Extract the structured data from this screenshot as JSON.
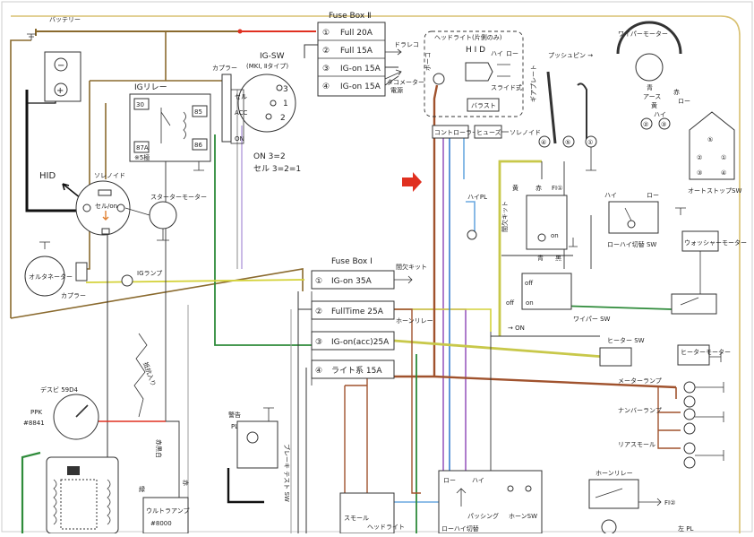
{
  "colors": {
    "frame": "#d8c070",
    "brown": "#8a6a2e",
    "red_brown": "#a0522d",
    "red": "#e03020",
    "green": "#2e8b3a",
    "yellow": "#d4d23a",
    "purple": "#9a5cc0",
    "blue": "#3a7fd0",
    "lightblue": "#6aa8e0",
    "pink": "#e09ab0",
    "black": "#111111",
    "arrow_red": "#e03020"
  },
  "fusebox2": {
    "title": "Fuse Box Ⅱ",
    "items": [
      {
        "num": "①",
        "label": "Full 20A"
      },
      {
        "num": "②",
        "label": "Full 15A"
      },
      {
        "num": "③",
        "label": "IG-on 15A"
      },
      {
        "num": "④",
        "label": "IG-on 15A"
      }
    ],
    "note1": "ドラレコ",
    "note2": "タコメーター",
    "note3": "電源"
  },
  "fusebox1": {
    "title": "Fuse Box Ⅰ",
    "items": [
      {
        "num": "①",
        "label": "IG-on 35A"
      },
      {
        "num": "②",
        "label": "FullTime 25A"
      },
      {
        "num": "③",
        "label": "IG-on(acc)25A"
      },
      {
        "num": "④",
        "label": "ライト系 15A"
      }
    ],
    "note1": "間欠キット",
    "note2": "ホーンリレー"
  },
  "battery": {
    "label": "バッテリー",
    "minus": "−",
    "plus": "+"
  },
  "ig_relay": {
    "label": "IGリレー",
    "t30": "30",
    "t85": "85",
    "t86": "86",
    "t87a": "87A",
    "t87a_note": "※5極"
  },
  "coupler1": "カプラー",
  "coupler2": "カプラー",
  "igsw": {
    "title": "IG-SW",
    "sub": "(MKⅠ, Ⅱタイプ)",
    "cell": "セル",
    "acc": "ACC",
    "on": "ON",
    "t1": "1",
    "t2": "2",
    "t3": "3",
    "note1": "ON 3=2",
    "note2": "セル 3=2=1"
  },
  "hid": "HID",
  "solenoid": "ソレノイド",
  "starter": {
    "label": "スターターモーター",
    "sel": "セル/on"
  },
  "alternator": "オルタネーター",
  "ig_lamp": "IGランプ",
  "headlight": {
    "title": "ヘッドライト(片側のみ)",
    "hid": "H I D",
    "hi": "ハイ",
    "lo": "ロー",
    "slide": "スライド式",
    "ballast": "バラスト",
    "controller": "コントローラー",
    "fuse": "ヒューズ",
    "solenoid": "ソレノイド",
    "ground": "ボーコ"
  },
  "wiper": {
    "push": "プッシュピン →",
    "plate": "ギアプレート",
    "motor": "ワイパーモーター",
    "blue_earth": "青",
    "earth": "アース",
    "red": "赤",
    "lo": "ロー",
    "yellow": "黄",
    "hi": "ハイ",
    "t1": "①",
    "t2": "②",
    "t3": "③",
    "t4": "④",
    "t5": "⑤"
  },
  "autostop": {
    "label": "オートストップSW",
    "n1": "①",
    "n2": "②",
    "n3": "③",
    "n4": "④",
    "n5": "⑤"
  },
  "intermittent": {
    "label": "間欠キット",
    "yellow": "黄",
    "red": "赤",
    "fi": "FI①",
    "blue": "青",
    "black": "黒",
    "on": "on"
  },
  "lohi_sw": {
    "label": "ローハイ切替 SW",
    "hi": "ハイ",
    "lo": "ロー"
  },
  "washer": "ウォッシャーモーター",
  "hipl": "ハイPL",
  "wiper_sw": {
    "label": "ワイパー SW",
    "off": "off",
    "on": "on",
    "off2": "off",
    "arrow_on": "→ ON"
  },
  "heater": {
    "sw": "ヒーター SW",
    "motor": "ヒーターモーター"
  },
  "meter_lamp": "メーターランプ",
  "number_lamp": "ナンバーランプ",
  "rear_small": "リアスモール",
  "horn_relay": "ホーンリレー",
  "fi2": "FI②",
  "left_pl": "左 PL",
  "distributor": {
    "label": "デスビ 59D4",
    "ppk": "PPK",
    "num": "#8841"
  },
  "resistor": "抵抗入り",
  "warning": {
    "label": "警告",
    "pl": "PL",
    "sw": "ブレーキ テスト SW"
  },
  "colors_note": {
    "red_black_white": "赤黒白",
    "green": "緑",
    "red": "赤"
  },
  "coil": {
    "label": "ウルトラアンプ",
    "num": "#8000"
  },
  "lohi_bottom": {
    "lo": "ロー",
    "hi": "ハイ",
    "passing": "パッシング",
    "horn": "ホーンSW",
    "label": "ローハイ切替"
  },
  "light_sw": {
    "small": "スモール",
    "head": "ヘッドライト"
  }
}
